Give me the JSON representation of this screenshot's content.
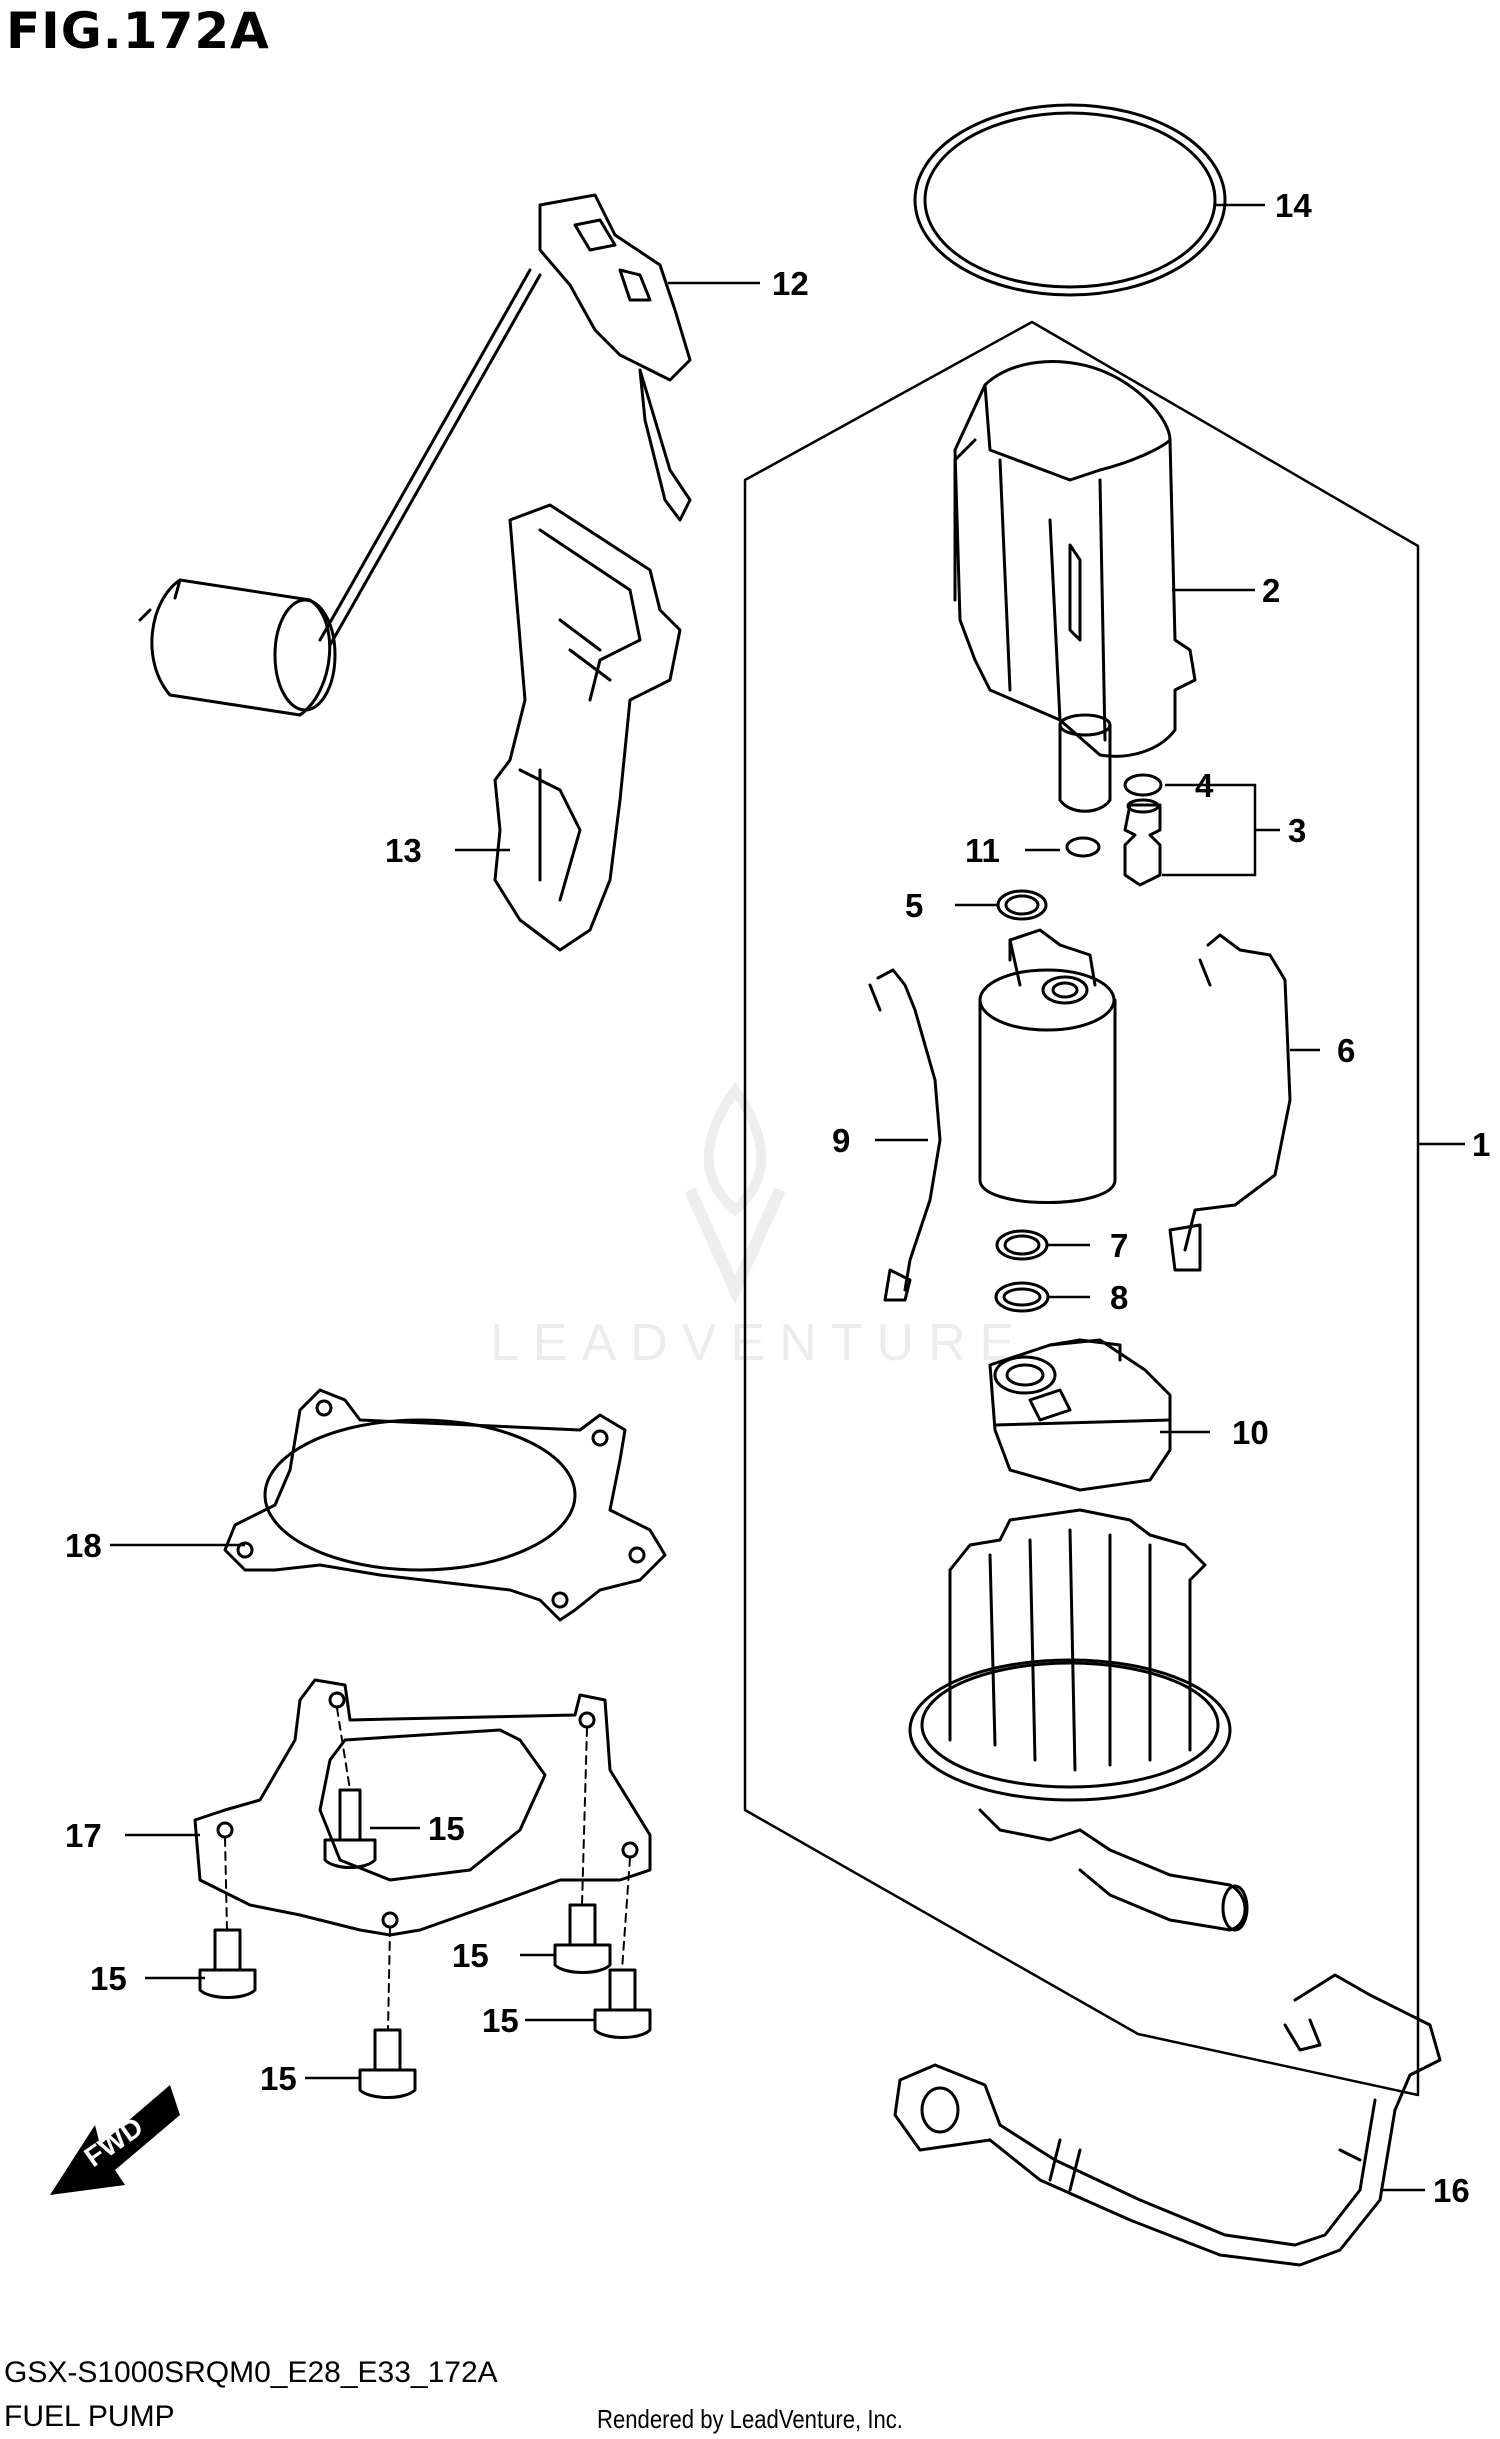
{
  "figure": {
    "title": "FIG.172A",
    "model_code": "GSX-S1000SRQM0_E28_E33_172A",
    "name": "FUEL PUMP",
    "credit": "Rendered by LeadVenture, Inc.",
    "watermark": "LEADVENTURE",
    "fwd_label": "FWD"
  },
  "callouts": [
    {
      "id": "c1",
      "label": "1"
    },
    {
      "id": "c2",
      "label": "2"
    },
    {
      "id": "c3",
      "label": "3"
    },
    {
      "id": "c4",
      "label": "4"
    },
    {
      "id": "c5",
      "label": "5"
    },
    {
      "id": "c6",
      "label": "6"
    },
    {
      "id": "c7",
      "label": "7"
    },
    {
      "id": "c8",
      "label": "8"
    },
    {
      "id": "c9",
      "label": "9"
    },
    {
      "id": "c10",
      "label": "10"
    },
    {
      "id": "c11",
      "label": "11"
    },
    {
      "id": "c12",
      "label": "12"
    },
    {
      "id": "c13",
      "label": "13"
    },
    {
      "id": "c14",
      "label": "14"
    },
    {
      "id": "c15a",
      "label": "15"
    },
    {
      "id": "c15b",
      "label": "15"
    },
    {
      "id": "c15c",
      "label": "15"
    },
    {
      "id": "c15d",
      "label": "15"
    },
    {
      "id": "c15e",
      "label": "15"
    },
    {
      "id": "c16",
      "label": "16"
    },
    {
      "id": "c17",
      "label": "17"
    },
    {
      "id": "c18",
      "label": "18"
    }
  ]
}
